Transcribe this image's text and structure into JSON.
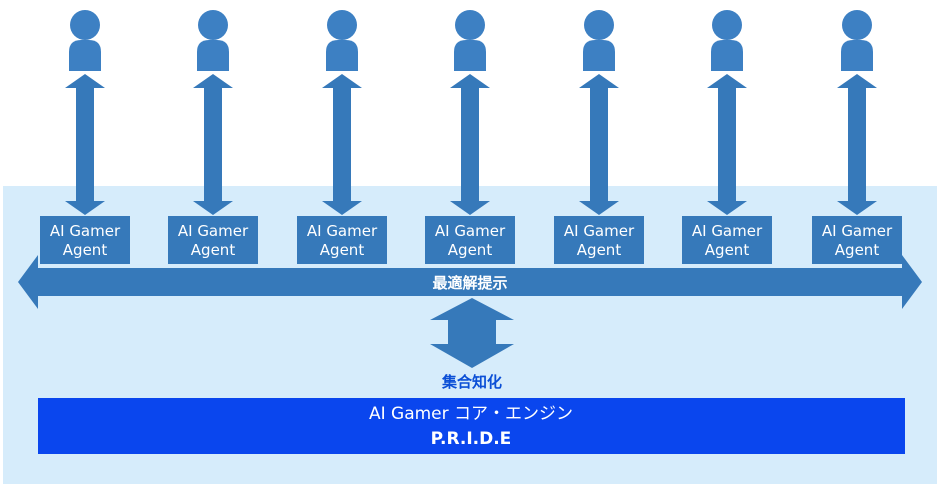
{
  "agents": [
    {
      "line1": "AI Gamer",
      "line2": "Agent"
    },
    {
      "line1": "AI Gamer",
      "line2": "Agent"
    },
    {
      "line1": "AI Gamer",
      "line2": "Agent"
    },
    {
      "line1": "AI Gamer",
      "line2": "Agent"
    },
    {
      "line1": "AI Gamer",
      "line2": "Agent"
    },
    {
      "line1": "AI Gamer",
      "line2": "Agent"
    },
    {
      "line1": "AI Gamer",
      "line2": "Agent"
    }
  ],
  "optimal_solution_label": "最適解提示",
  "collective_label": "集合知化",
  "engine": {
    "title": "AI Gamer コア・エンジン",
    "subtitle": "P.R.I.D.E"
  },
  "colors": {
    "panel": "#d6ecfb",
    "arrow": "#3679ba",
    "person": "#3d80c3",
    "engine": "#0a46ee",
    "collective_text": "#0b4fd6"
  }
}
